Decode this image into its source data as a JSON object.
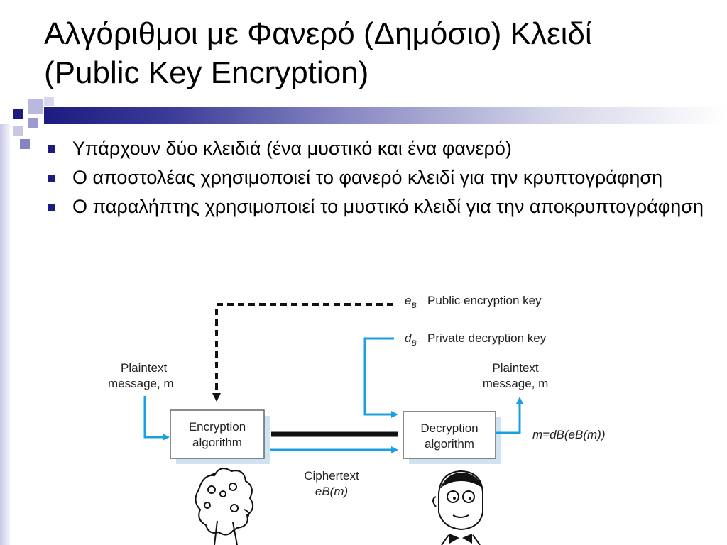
{
  "slide": {
    "title_line1": "Αλγόριθμοι με Φανερό (Δημόσιο) Κλειδί",
    "title_line2": "(Public Key Encryption)"
  },
  "bullets": [
    "Υπάρχουν δύο κλειδιά (ένα μυστικό και ένα φανερό)",
    "Ο αποστολέας χρησιμοποιεί το φανερό κλειδί για την κρυπτογράφηση",
    "Ο παραλήπτης χρησιμοποιεί το μυστικό κλειδί για την αποκρυπτογράφηση"
  ],
  "diagram": {
    "public_key_symbol": "e",
    "public_key_sub": "B",
    "public_key_label": "Public encryption key",
    "private_key_symbol": "d",
    "private_key_sub": "B",
    "private_key_label": "Private decryption key",
    "plaintext_in_line1": "Plaintext",
    "plaintext_in_line2": "message, m",
    "plaintext_out_line1": "Plaintext",
    "plaintext_out_line2": "message, m",
    "enc_box_line1": "Encryption",
    "enc_box_line2": "algorithm",
    "dec_box_line1": "Decryption",
    "dec_box_line2": "algorithm",
    "ciphertext_label": "Ciphertext",
    "ciphertext_expr": "eB(m)",
    "result_expr": "m=dB(eB(m))"
  },
  "colors": {
    "accent_navy": "#1c1c80",
    "arrow_blue": "#1aa0e0",
    "box_shadow_blue": "#cfe3f2"
  }
}
